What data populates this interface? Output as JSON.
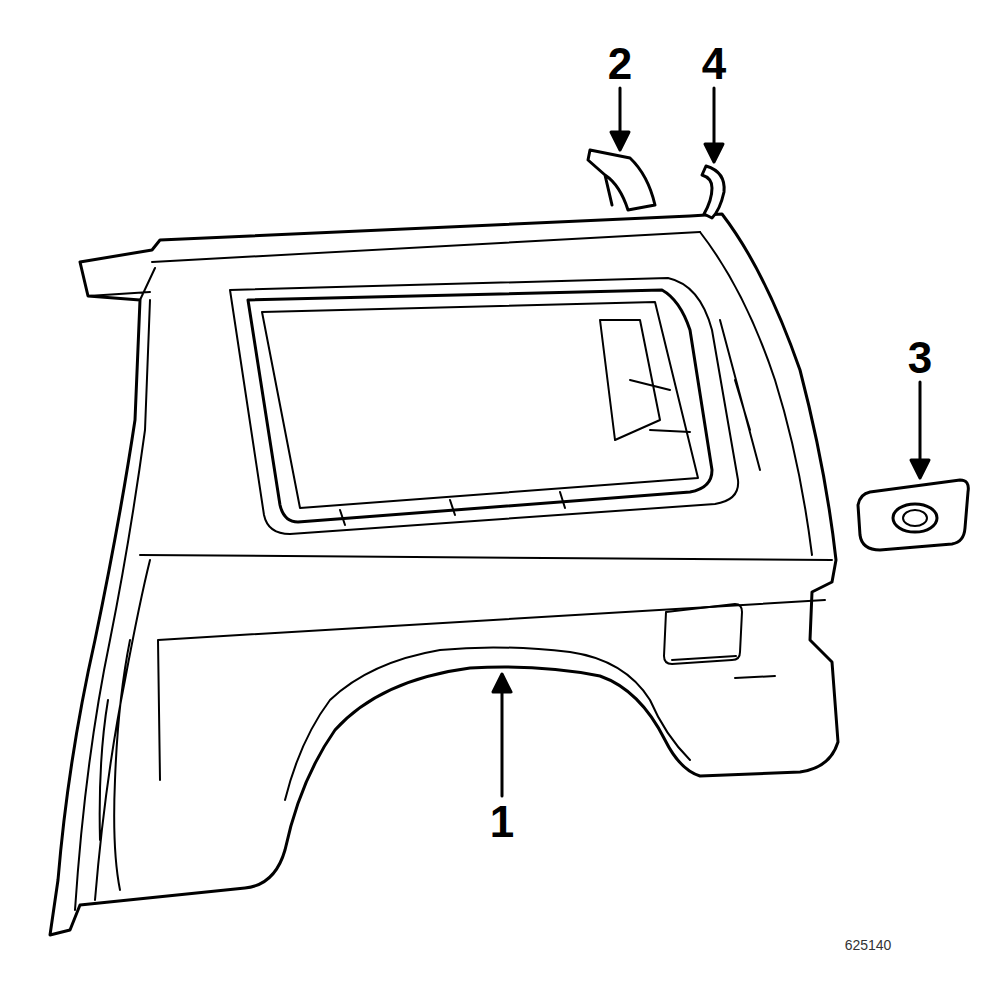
{
  "diagram": {
    "labels": [
      "1",
      "2",
      "3",
      "4",
      "625140"
    ]
  }
}
